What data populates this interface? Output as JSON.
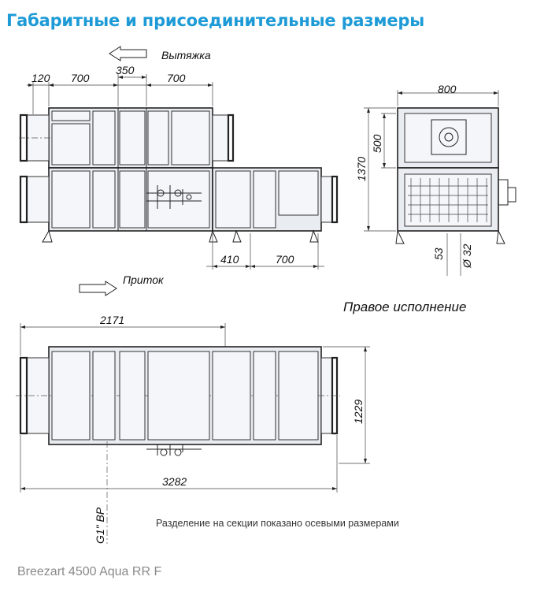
{
  "title": "Габаритные и присоединительные размеры",
  "labels": {
    "exhaust": "Вытяжка",
    "supply": "Приток",
    "right_version": "Правое исполнение",
    "sections_note": "Разделение на секции показано осевыми размерами",
    "thread": "G1\" BP",
    "diameter": "Ø 32"
  },
  "dimensions": {
    "d120": "120",
    "d700a": "700",
    "d350": "350",
    "d700b": "700",
    "d800": "800",
    "d500": "500",
    "d1370": "1370",
    "d410": "410",
    "d700c": "700",
    "d53": "53",
    "d2171": "2171",
    "d1229": "1229",
    "d3282": "3282"
  },
  "footer": "Breezart 4500 Aqua RR F"
}
